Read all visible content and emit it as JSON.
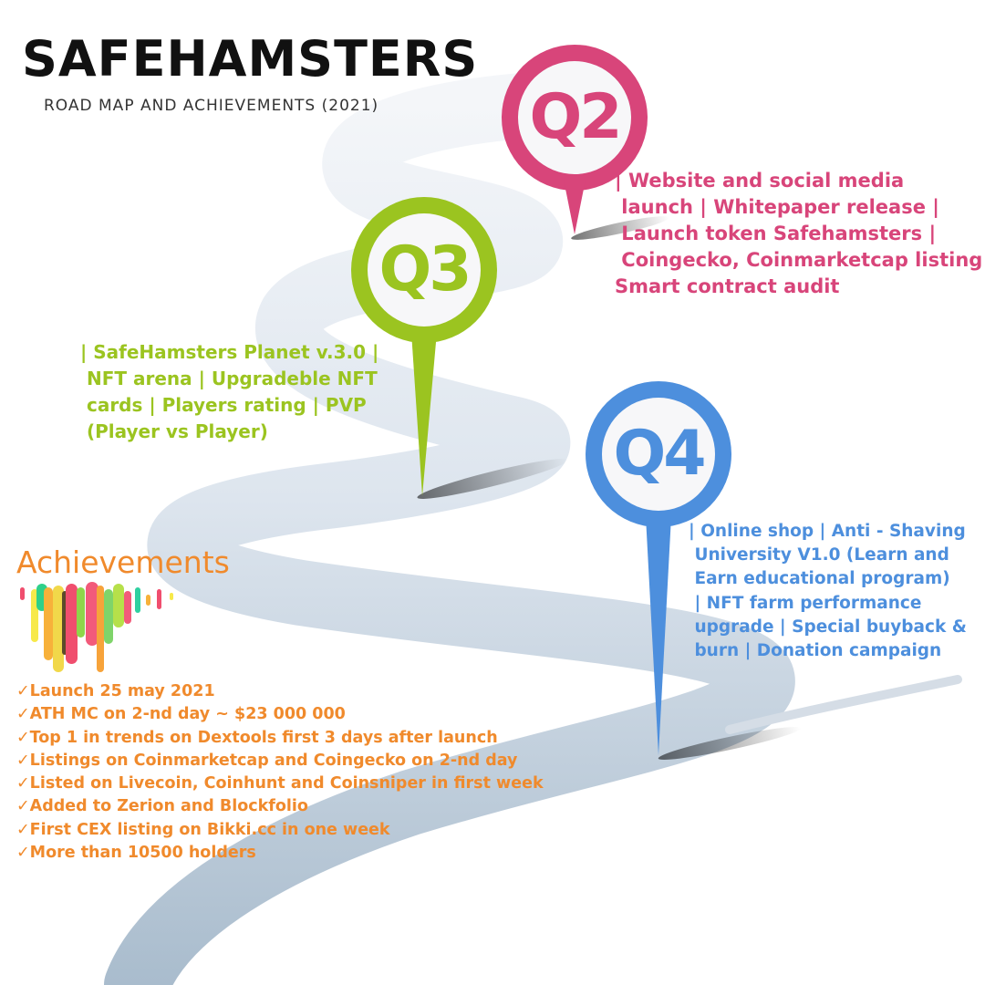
{
  "header": {
    "title": "SAFEHAMSTERS",
    "subtitle": "ROAD MAP AND ACHIEVEMENTS (2021)"
  },
  "milestones": [
    {
      "label": "Q2",
      "color": "#d8457a",
      "lines": [
        "| Website and social media",
        " launch | Whitepaper release |",
        " Launch token Safehamsters |",
        " Coingecko, Coinmarketcap listing",
        "Smart contract audit"
      ]
    },
    {
      "label": "Q3",
      "color": "#9bc420",
      "lines": [
        "| SafeHamsters Planet v.3.0 |",
        " NFT arena | Upgradeble NFT",
        " cards | Players rating | PVP",
        " (Player vs Player)"
      ]
    },
    {
      "label": "Q4",
      "color": "#4d8fdd",
      "lines": [
        "| Online shop | Anti - Shaving",
        " University V1.0 (Learn and",
        " Earn educational program)",
        " | NFT farm performance",
        " upgrade | Special buyback &",
        " burn | Donation campaign"
      ]
    }
  ],
  "achievements": {
    "title": "Achievements",
    "color": "#f08a2c",
    "items": [
      "✓Launch 25 may 2021",
      "✓ATH MC on 2-nd day ~ $23 000 000",
      "✓Top 1 in trends on Dextools first 3 days after launch",
      "✓Listings on Coinmarketcap and Coingecko on 2-nd day",
      "✓Listed on Livecoin, Coinhunt and Coinsniper in first week",
      "✓Added to Zerion and Blockfolio",
      "✓First CEX listing on Bikki.cc in one week",
      "✓More than 10500 holders"
    ]
  }
}
